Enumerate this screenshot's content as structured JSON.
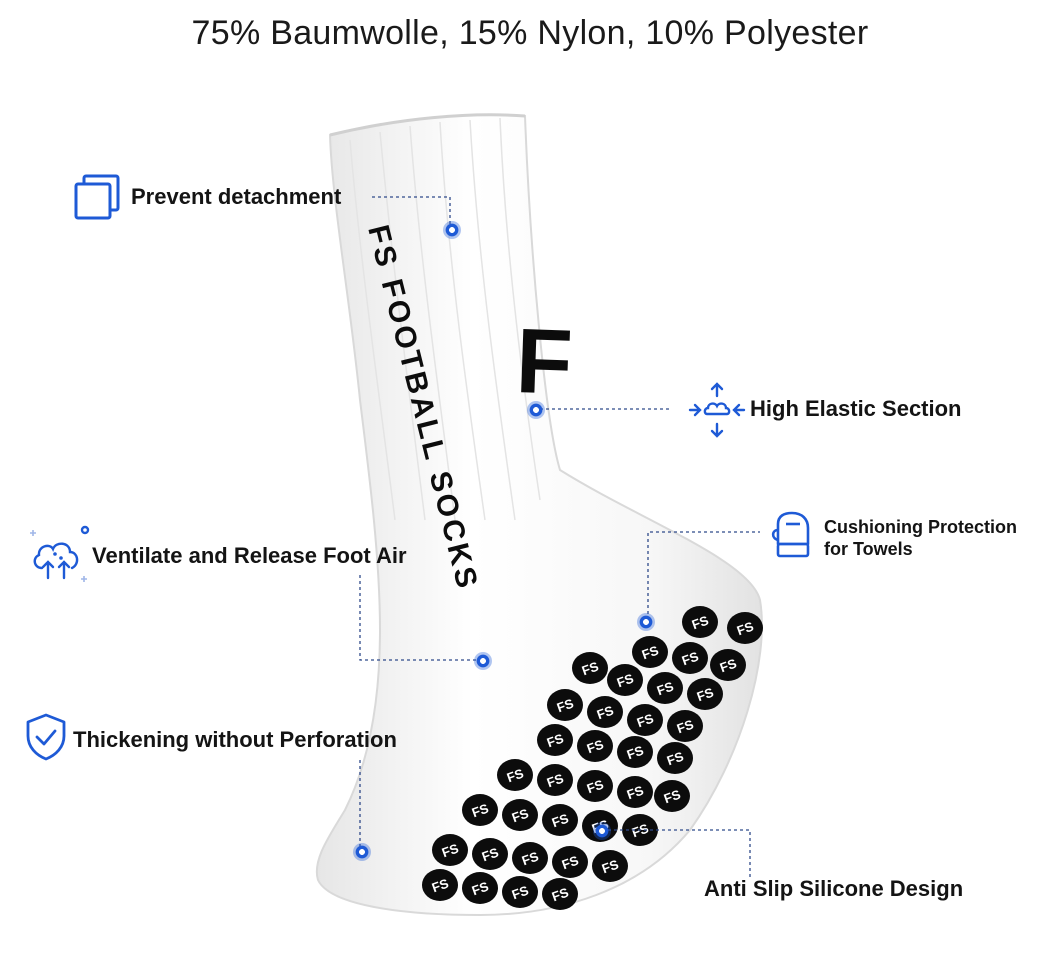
{
  "title": "75% Baumwolle, 15% Nylon, 10% Polyester",
  "features": {
    "prevent_detachment": "Prevent detachment",
    "high_elastic": "High Elastic Section",
    "ventilate": "Ventilate and Release Foot Air",
    "cushioning_line1": "Cushioning Protection",
    "cushioning_line2": "for Towels",
    "thickening": "Thickening without Perforation",
    "anti_slip": "Anti Slip Silicone Design"
  },
  "sock": {
    "leg_text": "FS FOOTBALL SOCKS",
    "logo_text": "F",
    "grip_text": "FS"
  },
  "colors": {
    "accent": "#1e5ad6",
    "sock": "#f6f6f6",
    "grip": "#0c0c0c",
    "text": "#141414"
  }
}
